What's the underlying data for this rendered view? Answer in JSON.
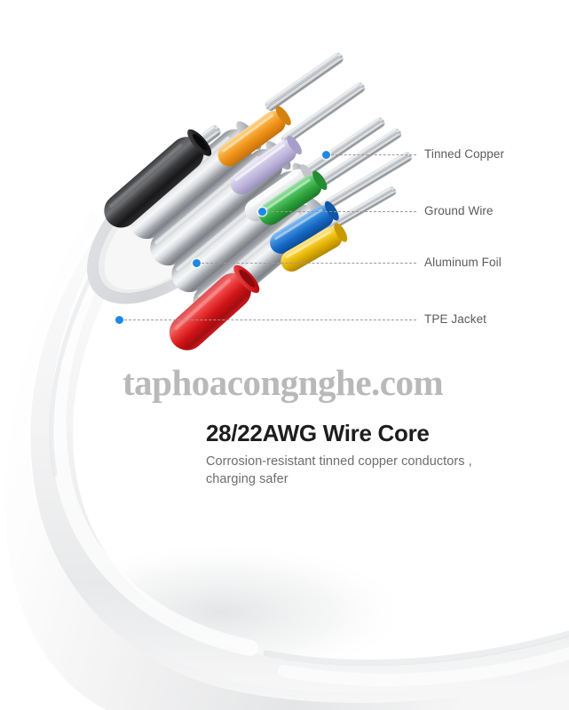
{
  "product": {
    "title": "28/22AWG Wire Core",
    "subtitle_line1": "Corrosion-resistant tinned copper conductors ,",
    "subtitle_line2": "charging safer"
  },
  "watermark": {
    "text": "taphoacongnghe.com"
  },
  "callouts": [
    {
      "label": "Tinned Copper",
      "dot_color": "#1e88e5"
    },
    {
      "label": "Ground Wire",
      "dot_color": "#1e88e5"
    },
    {
      "label": "Aluminum Foil",
      "dot_color": "#1e88e5"
    },
    {
      "label": "TPE Jacket",
      "dot_color": "#1e88e5"
    }
  ],
  "illustration": {
    "alt": "cutaway-usb-cable",
    "jacket_color": "#f2f2f2",
    "foil_color": "#b8bcc0",
    "wire_colors": {
      "black": "#2b2b2b",
      "red": "#d81f26",
      "orange": "#f4a32a",
      "lavender": "#c3bcdc",
      "white": "#e9eaec",
      "green": "#3cb54a",
      "blue": "#1673d1",
      "yellow": "#f2c300"
    },
    "copper_strand_color": "#c9ccd1"
  }
}
